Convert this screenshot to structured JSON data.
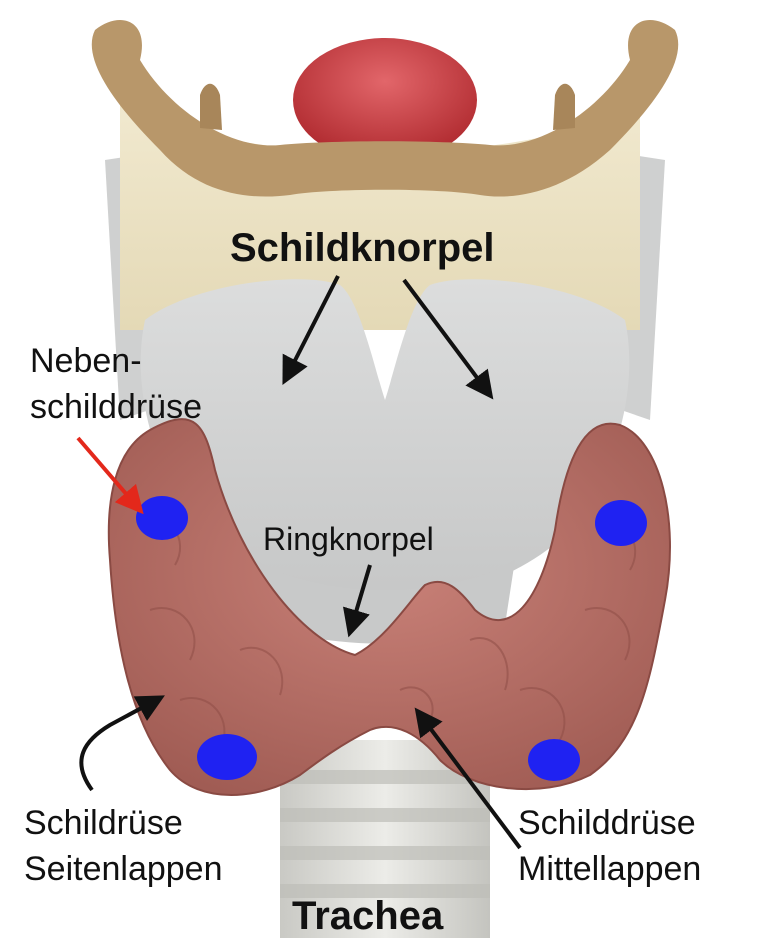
{
  "labels": {
    "schildknorpel": "Schildknorpel",
    "nebenschilddruese_line1": "Neben-",
    "nebenschilddruese_line2": "schilddrüse",
    "ringknorpel": "Ringknorpel",
    "seitenlappen_line1": "Schildrüse",
    "seitenlappen_line2": "Seitenlappen",
    "mittellappen_line1": "Schilddrüse",
    "mittellappen_line2": "Mittellappen",
    "trachea": "Trachea"
  },
  "colors": {
    "hyoid": "#b8976a",
    "epiglottis": "#cc3b40",
    "membrane": "#ece3c6",
    "cartilage": "#d2d3d3",
    "thyroid_tissue": "#b76f66",
    "parathyroid": "#1f22f2",
    "trachea": "#d9d9d4",
    "arrow_black": "#111111",
    "arrow_red": "#e3281b"
  },
  "parathyroid_count": 4
}
